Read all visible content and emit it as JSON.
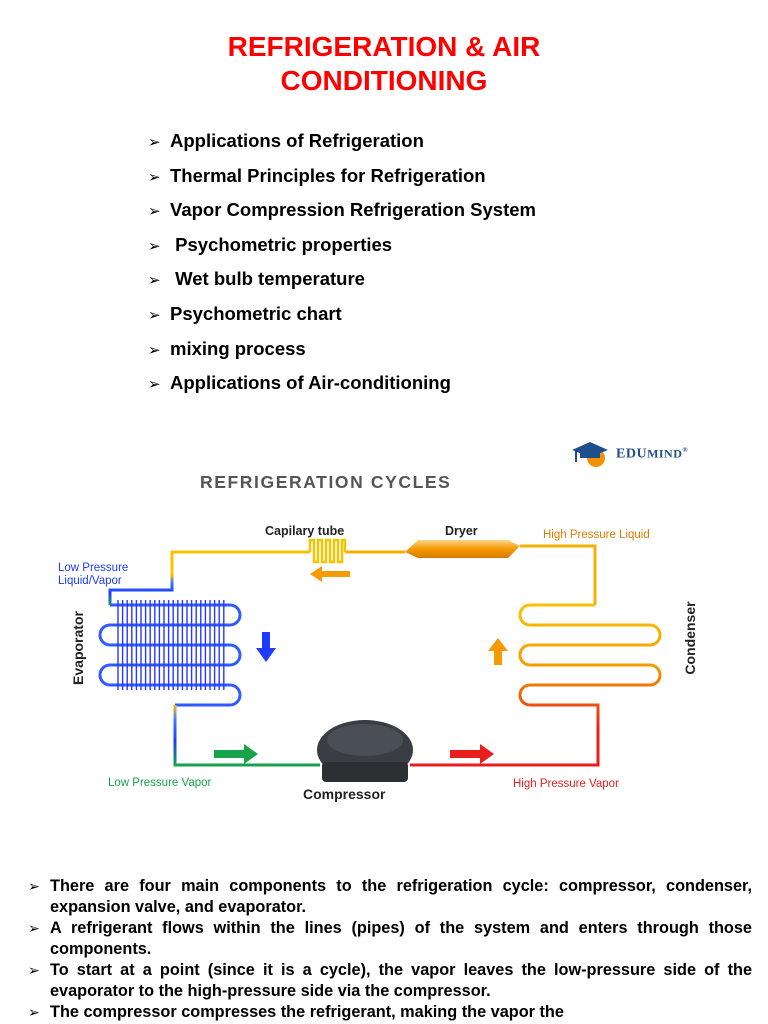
{
  "title": {
    "line1": "REFRIGERATION & AIR",
    "line2": "CONDITIONING"
  },
  "topics": [
    "Applications of Refrigeration",
    "Thermal Principles for Refrigeration",
    "Vapor Compression Refrigeration System",
    " Psychometric properties",
    " Wet bulb temperature",
    "Psychometric chart",
    "mixing process",
    "Applications of Air-conditioning"
  ],
  "brand": {
    "prefix": "EDU",
    "suffix": "MIND",
    "mark": "®"
  },
  "diagram": {
    "title": "REFRIGERATION CYCLES",
    "labels": {
      "capillary": "Capilary tube",
      "dryer": "Dryer",
      "high_pressure_liquid": "High Pressure Liquid",
      "low_pressure_line1": "Low Pressure",
      "low_pressure_line2": "Liquid/Vapor",
      "evaporator": "Evaporator",
      "condenser": "Condenser",
      "low_pressure_vapor": "Low Pressure Vapor",
      "compressor": "Compressor",
      "high_pressure_vapor": "High Pressure Vapor"
    },
    "colors": {
      "cold": "#1e3cff",
      "cool": "#17a34a",
      "warm": "#f5c400",
      "orange": "#f59a00",
      "hot": "#e81e1e"
    }
  },
  "description": [
    "There are four main components to the refrigeration cycle: compressor, condenser, expansion valve, and evaporator.",
    "A refrigerant flows within the lines (pipes) of the system and enters through those components.",
    "To start at a point (since it is a cycle), the vapor leaves the low-pressure side of the evaporator to the high-pressure side via the compressor.",
    "The compressor compresses the refrigerant, making the vapor the"
  ]
}
